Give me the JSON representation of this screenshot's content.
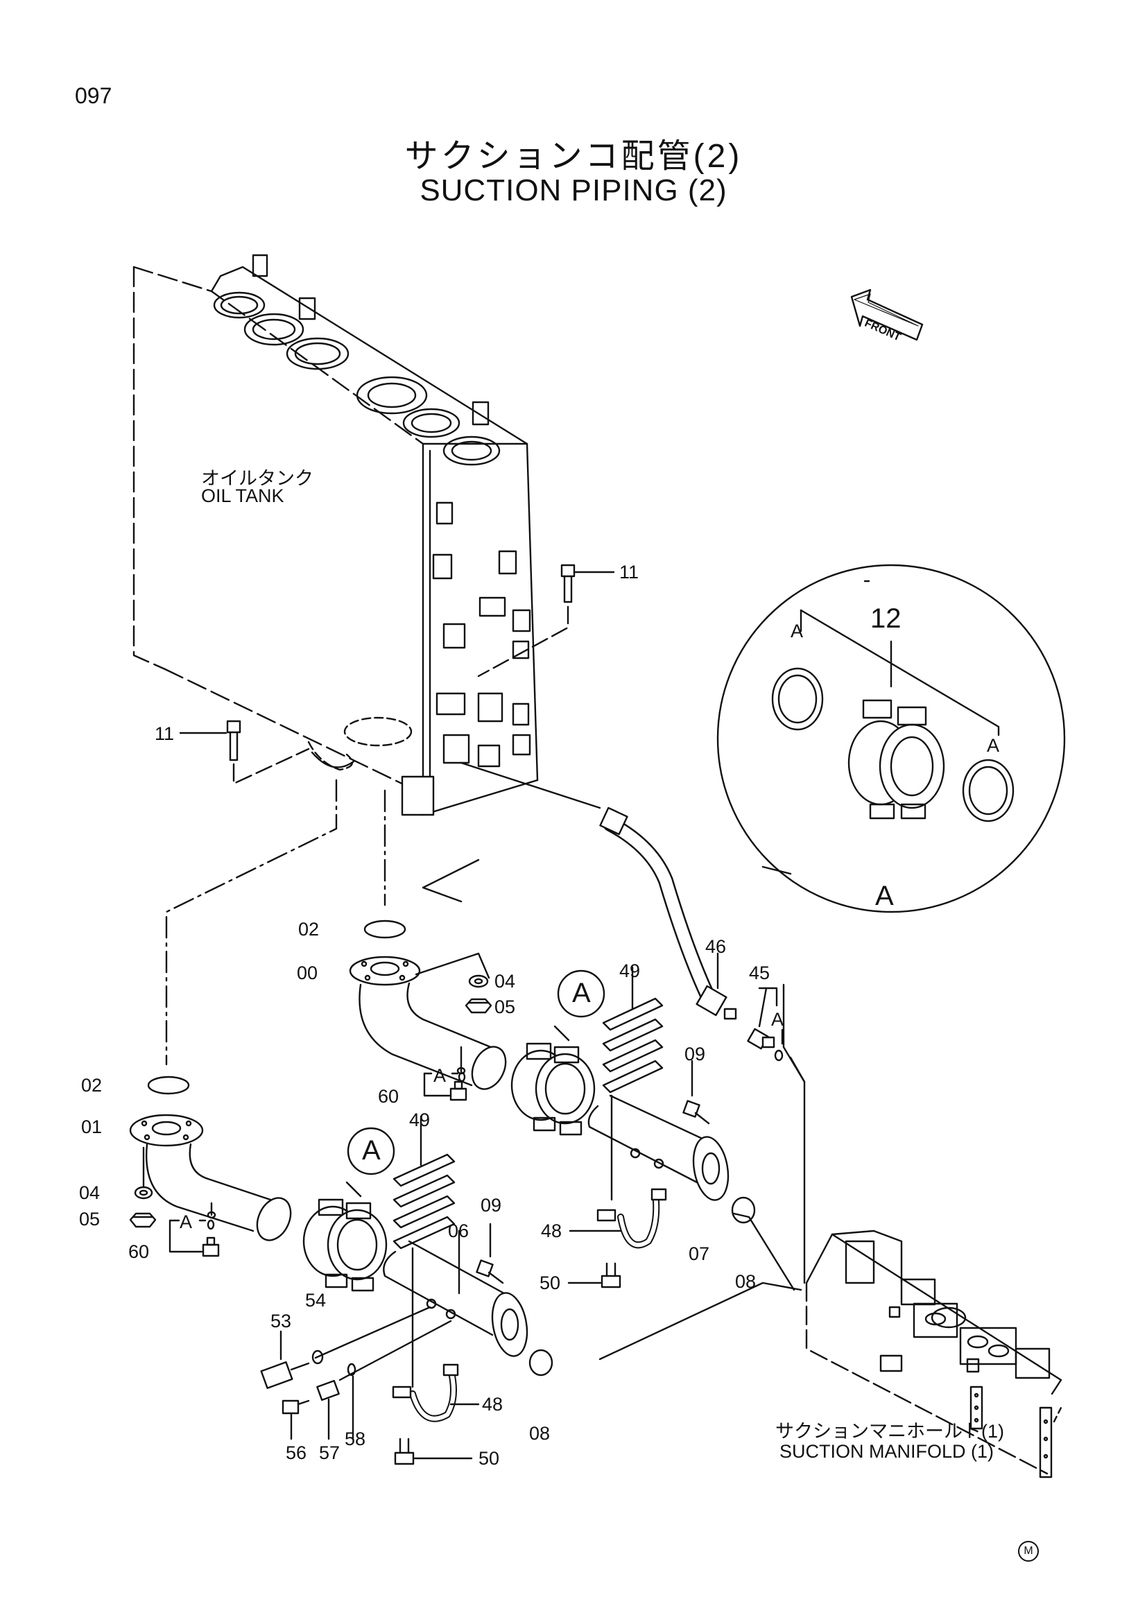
{
  "page_number": "097",
  "title_jp": "サクションコ配管(2)",
  "title_en": "SUCTION   PIPING (2)",
  "front_label": "FRONT",
  "labels": {
    "oil_tank_jp": "オイルタンク",
    "oil_tank_en": "OIL TANK",
    "manifold_jp": "サクションマニホールト(1)",
    "manifold_en": "SUCTION  MANIFOLD (1)",
    "detail_label": "A",
    "detail_ref_a1": "A",
    "detail_ref_a2": "A",
    "callout_a1": "A",
    "callout_a2": "A",
    "ref_a_60_top": "A",
    "ref_a_60_low": "A",
    "ref_a_45": "A",
    "mark": "M"
  },
  "part_numbers": {
    "p11_top": "11",
    "p11_left": "11",
    "p12": "12",
    "p02_upper": "02",
    "p00": "00",
    "p04_upper": "04",
    "p05_upper": "05",
    "p60_upper": "60",
    "p02_lower": "02",
    "p01": "01",
    "p04_lower": "04",
    "p05_lower": "05",
    "p60_lower": "60",
    "p49_upper": "49",
    "p49_lower": "49",
    "p46": "46",
    "p45": "45",
    "p09_upper": "09",
    "p09_lower": "09",
    "p48_upper": "48",
    "p48_lower": "48",
    "p07": "07",
    "p08_upper": "08",
    "p08_lower": "08",
    "p06": "06",
    "p50_upper": "50",
    "p50_lower": "50",
    "p53": "53",
    "p54": "54",
    "p56": "56",
    "p57": "57",
    "p58": "58"
  }
}
